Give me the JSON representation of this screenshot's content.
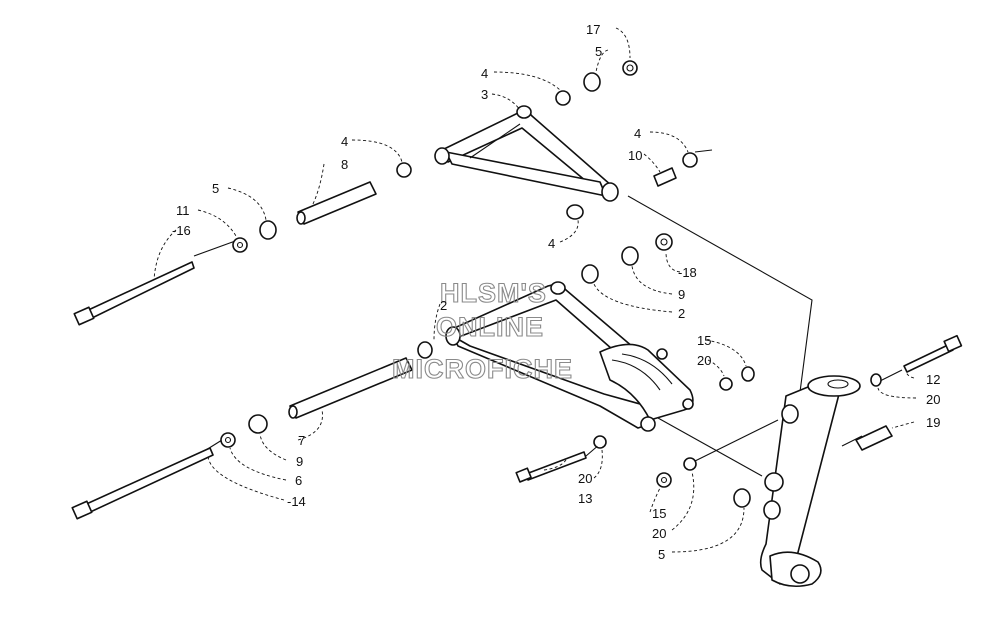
{
  "watermark": [
    "HLSM'S",
    "ONLINE",
    "MICROFICHE"
  ],
  "callouts": [
    {
      "id": "c17",
      "text": "17"
    },
    {
      "id": "c5a",
      "text": "5"
    },
    {
      "id": "c4a",
      "text": "4"
    },
    {
      "id": "c3",
      "text": "3"
    },
    {
      "id": "c4b",
      "text": "4"
    },
    {
      "id": "c8",
      "text": "8"
    },
    {
      "id": "c4c",
      "text": "4"
    },
    {
      "id": "c10",
      "text": "10"
    },
    {
      "id": "c5b",
      "text": "5"
    },
    {
      "id": "c11",
      "text": "11"
    },
    {
      "id": "c16",
      "text": "-16"
    },
    {
      "id": "c4d",
      "text": "4"
    },
    {
      "id": "c18",
      "text": "-18"
    },
    {
      "id": "c9a",
      "text": "9"
    },
    {
      "id": "c2a",
      "text": "2"
    },
    {
      "id": "c2b",
      "text": "2"
    },
    {
      "id": "c15a",
      "text": "15"
    },
    {
      "id": "c20a",
      "text": "20"
    },
    {
      "id": "c12",
      "text": "12"
    },
    {
      "id": "c20b",
      "text": "20"
    },
    {
      "id": "c19",
      "text": "19"
    },
    {
      "id": "c7",
      "text": "7"
    },
    {
      "id": "c9b",
      "text": "9"
    },
    {
      "id": "c6",
      "text": "6"
    },
    {
      "id": "c14",
      "text": "-14"
    },
    {
      "id": "c20c",
      "text": "20"
    },
    {
      "id": "c13",
      "text": "13"
    },
    {
      "id": "c15b",
      "text": "15"
    },
    {
      "id": "c20d",
      "text": "20"
    },
    {
      "id": "c5c",
      "text": "5"
    }
  ]
}
